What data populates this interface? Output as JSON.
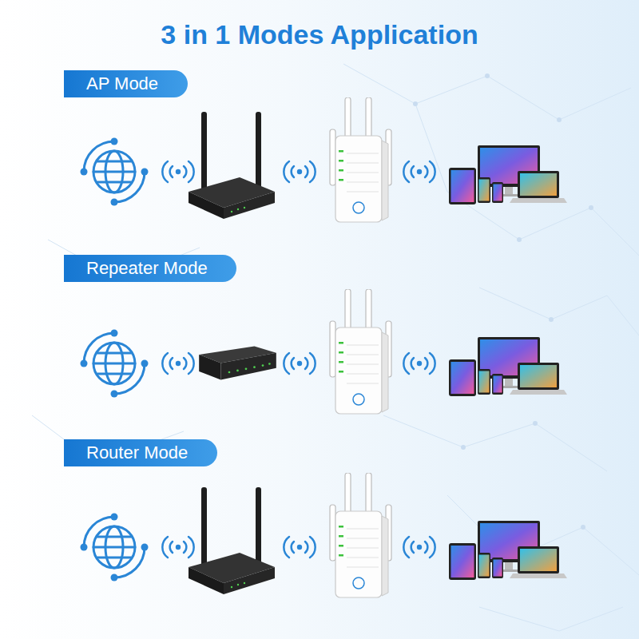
{
  "diagram": {
    "title": "3 in 1 Modes Application",
    "nodes": [
      {
        "text": [
          "AP Mode"
        ]
      },
      {
        "text": [
          "Repeater Mode"
        ]
      },
      {
        "text": [
          "Router Mode"
        ]
      }
    ]
  }
}
